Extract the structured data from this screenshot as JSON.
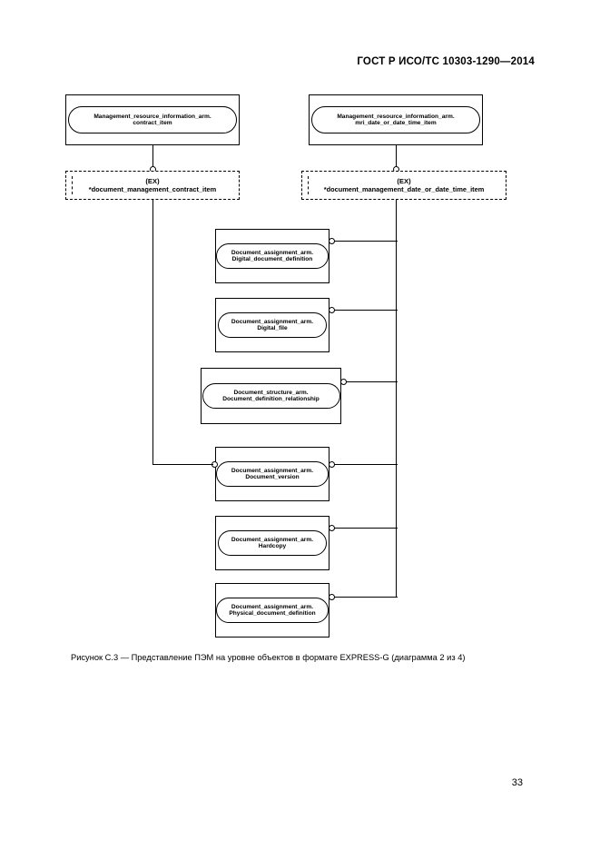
{
  "document": {
    "header": "ГОСТ Р ИСО/ТС 10303-1290—2014",
    "page_number": "33",
    "caption": "Рисунок С.3 — Представление ПЭМ на уровне объектов в формате EXPRESS-G (диаграмма 2 из 4)"
  },
  "diagram": {
    "type": "EXPRESS-G object-level schema diagram",
    "top_entities": [
      {
        "id": "contract-item",
        "line1": "Management_resource_information_arm.",
        "line2": "contract_item"
      },
      {
        "id": "mri-date-or-date-time-item",
        "line1": "Management_resource_information_arm.",
        "line2": "mri_date_or_date_time_item"
      }
    ],
    "interface_boxes": [
      {
        "id": "ex-contract-item",
        "kind_label": "(EX)",
        "name": "*document_management_contract_item"
      },
      {
        "id": "ex-date-or-date-time-item",
        "kind_label": "(EX)",
        "name": "*document_management_date_or_date_time_item"
      }
    ],
    "entities": [
      {
        "id": "digital-document-definition",
        "line1": "Document_assignment_arm.",
        "line2": "Digital_document_definition"
      },
      {
        "id": "digital-file",
        "line1": "Document_assignment_arm.",
        "line2": "Digital_file"
      },
      {
        "id": "document-definition-relationship",
        "line1": "Document_structure_arm.",
        "line2": "Document_definition_relationship"
      },
      {
        "id": "document-version",
        "line1": "Document_assignment_arm.",
        "line2": "Document_version"
      },
      {
        "id": "hardcopy",
        "line1": "Document_assignment_arm.",
        "line2": "Hardcopy"
      },
      {
        "id": "physical-document-definition",
        "line1": "Document_assignment_arm.",
        "line2": "Physical_document_definition"
      }
    ]
  }
}
